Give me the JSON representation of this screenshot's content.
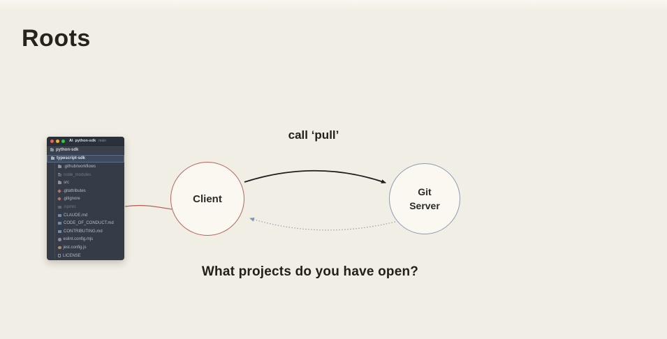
{
  "slide": {
    "title": "Roots",
    "arrow_label": "call ‘pull’",
    "caption": "What projects do you have open?"
  },
  "diagram": {
    "client_label": "Client",
    "server_label_line1": "Git",
    "server_label_line2": "Server",
    "colors": {
      "client_border": "#b5655c",
      "server_border": "#8b9cb1",
      "request_arrow": "#1e1e1e",
      "response_arrow": "#9aa6b0",
      "response_arrowhead": "#7e97b2",
      "root_connector": "#b5655c",
      "background": "#f1eee5"
    }
  },
  "file_explorer": {
    "window_title": "python-sdk",
    "window_branch": "main",
    "app_logo": "A\\",
    "roots": [
      {
        "label": "python-sdk",
        "icon": "folder",
        "selected": false
      },
      {
        "label": "typescript-sdk",
        "icon": "folder-open",
        "selected": true
      }
    ],
    "items": [
      {
        "label": ".github/workflows",
        "icon": "folder",
        "dim": false
      },
      {
        "label": "node_modules",
        "icon": "folder",
        "dim": true
      },
      {
        "label": "src",
        "icon": "folder",
        "dim": false
      },
      {
        "label": ".gitattributes",
        "icon": "git",
        "dim": false
      },
      {
        "label": ".gitignore",
        "icon": "git",
        "dim": false
      },
      {
        "label": ".npmrc",
        "icon": "npm",
        "dim": true
      },
      {
        "label": "CLAUDE.md",
        "icon": "markdown",
        "dim": false
      },
      {
        "label": "CODE_OF_CONDUCT.md",
        "icon": "markdown",
        "dim": false
      },
      {
        "label": "CONTRIBUTING.md",
        "icon": "markdown",
        "dim": false
      },
      {
        "label": "eslint.config.mjs",
        "icon": "eslint",
        "dim": false
      },
      {
        "label": "jest.config.js",
        "icon": "jest",
        "dim": false
      },
      {
        "label": "LICENSE",
        "icon": "license",
        "dim": false
      }
    ]
  }
}
